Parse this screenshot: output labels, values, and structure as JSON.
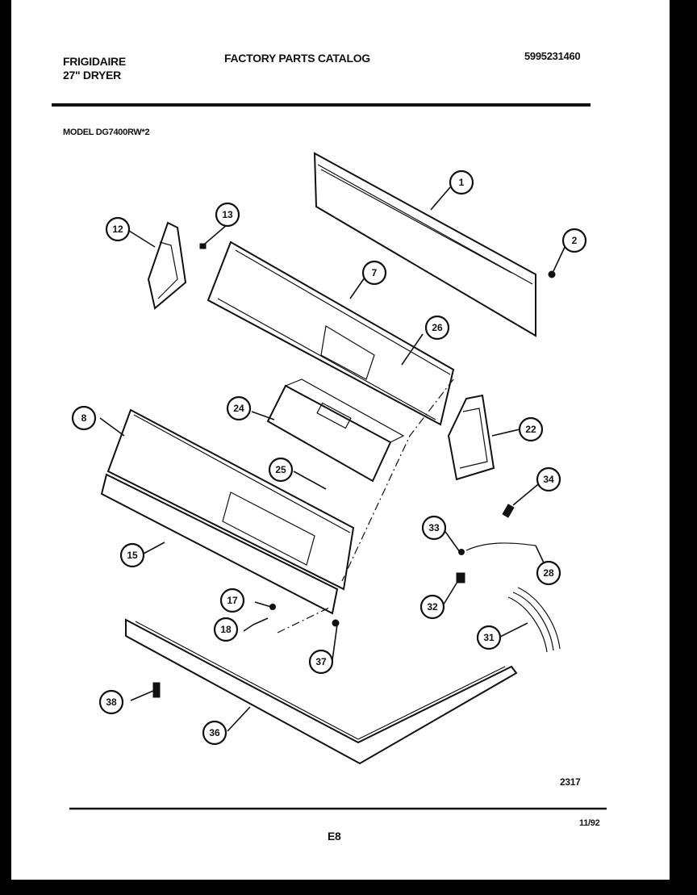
{
  "header": {
    "brand_line1": "FRIGIDAIRE",
    "brand_line2": "27\" DRYER",
    "title": "FACTORY PARTS CATALOG",
    "part_number": "5995231460",
    "model": "MODEL DG7400RW*2"
  },
  "footer": {
    "drawing_code": "2317",
    "page": "E8",
    "date": "11/92"
  },
  "callouts": [
    {
      "id": "1",
      "label": "1"
    },
    {
      "id": "2",
      "label": "2"
    },
    {
      "id": "7",
      "label": "7"
    },
    {
      "id": "8",
      "label": "8"
    },
    {
      "id": "12",
      "label": "12"
    },
    {
      "id": "13",
      "label": "13"
    },
    {
      "id": "15",
      "label": "15"
    },
    {
      "id": "17",
      "label": "17"
    },
    {
      "id": "18",
      "label": "18"
    },
    {
      "id": "22",
      "label": "22"
    },
    {
      "id": "24",
      "label": "24"
    },
    {
      "id": "25",
      "label": "25"
    },
    {
      "id": "26",
      "label": "26"
    },
    {
      "id": "28",
      "label": "28"
    },
    {
      "id": "31",
      "label": "31"
    },
    {
      "id": "32",
      "label": "32"
    },
    {
      "id": "33",
      "label": "33"
    },
    {
      "id": "34",
      "label": "34"
    },
    {
      "id": "36",
      "label": "36"
    },
    {
      "id": "37",
      "label": "37"
    },
    {
      "id": "38",
      "label": "38"
    }
  ]
}
